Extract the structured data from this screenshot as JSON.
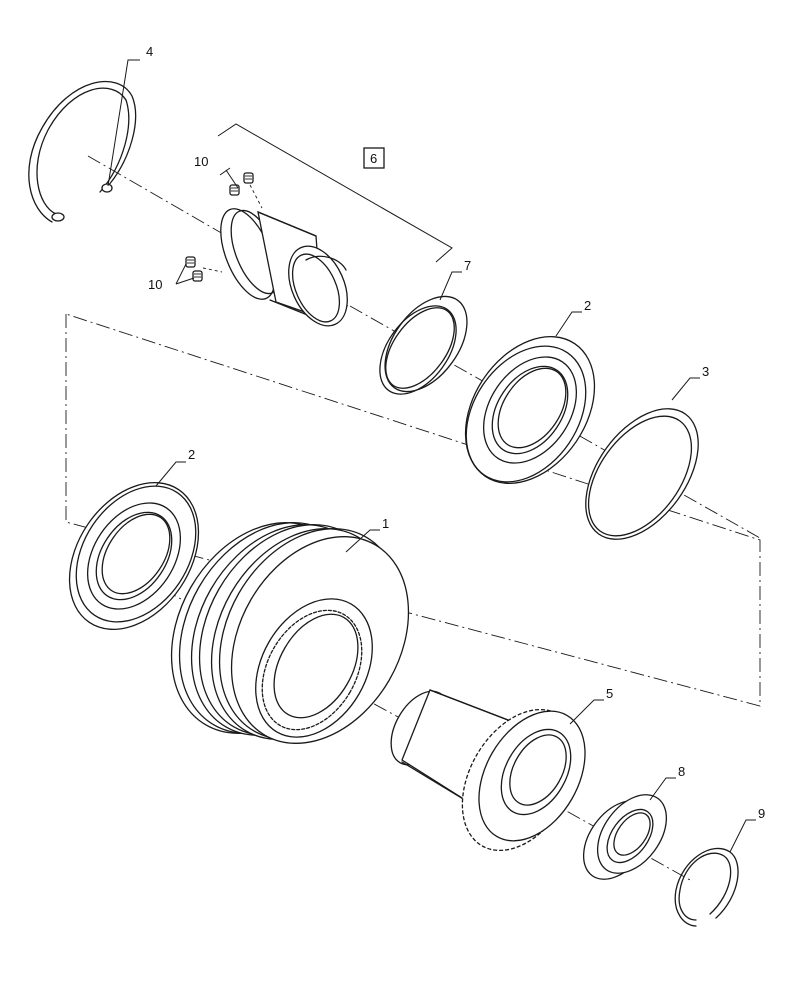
{
  "diagram": {
    "callouts": [
      {
        "id": "c1",
        "label": "1"
      },
      {
        "id": "c2a",
        "label": "2"
      },
      {
        "id": "c2b",
        "label": "2"
      },
      {
        "id": "c3",
        "label": "3"
      },
      {
        "id": "c4",
        "label": "4"
      },
      {
        "id": "c5",
        "label": "5"
      },
      {
        "id": "c6",
        "label": "6"
      },
      {
        "id": "c7",
        "label": "7"
      },
      {
        "id": "c8",
        "label": "8"
      },
      {
        "id": "c9",
        "label": "9"
      },
      {
        "id": "c10a",
        "label": "10"
      },
      {
        "id": "c10b",
        "label": "10"
      }
    ]
  }
}
